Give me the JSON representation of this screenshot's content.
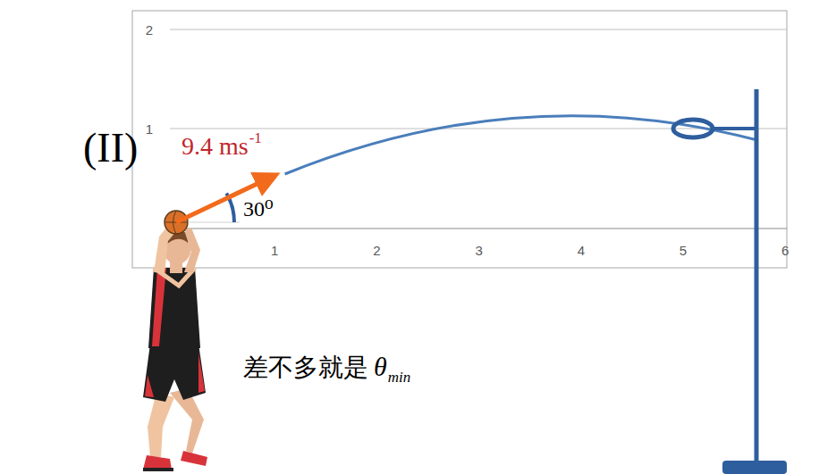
{
  "diagram": {
    "labels": [
      "(II)",
      "9.4 ms",
      "-1",
      "30⁰",
      "差不多就是",
      "θ",
      "min",
      "2",
      "1",
      "1",
      "2",
      "3",
      "4",
      "5",
      "6"
    ]
  }
}
